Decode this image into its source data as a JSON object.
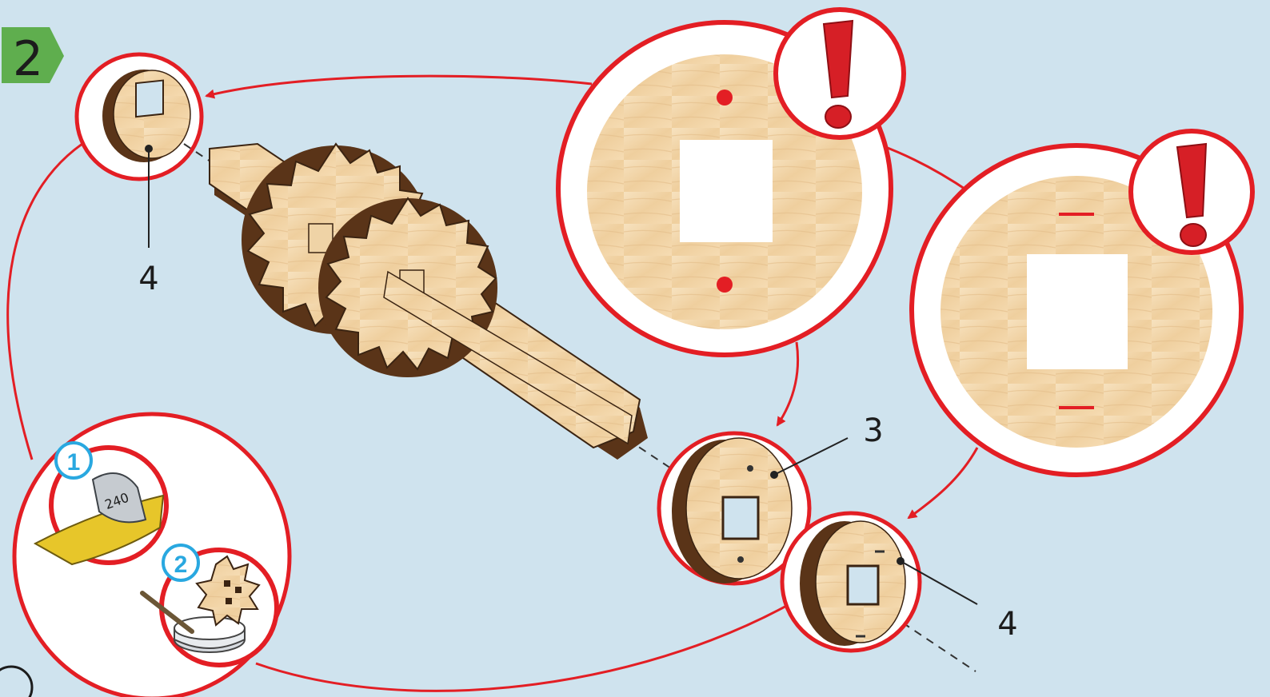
{
  "step": {
    "number": "2",
    "badge_color": "#5fae4e"
  },
  "colors": {
    "background": "#cfe3ee",
    "accent": "#e31e24",
    "wood_light": "#f4d9b0",
    "wood_dark": "#5a3418",
    "info_blue": "#29a8e0"
  },
  "callouts": {
    "part_a": "3",
    "part_b_top": "4",
    "part_b_bottom": "4"
  },
  "prep": {
    "step1": "1",
    "step2": "2",
    "grit": "240"
  },
  "icons": [
    "warning-exclamation-icon",
    "sandpaper-icon",
    "glue-pot-icon"
  ]
}
